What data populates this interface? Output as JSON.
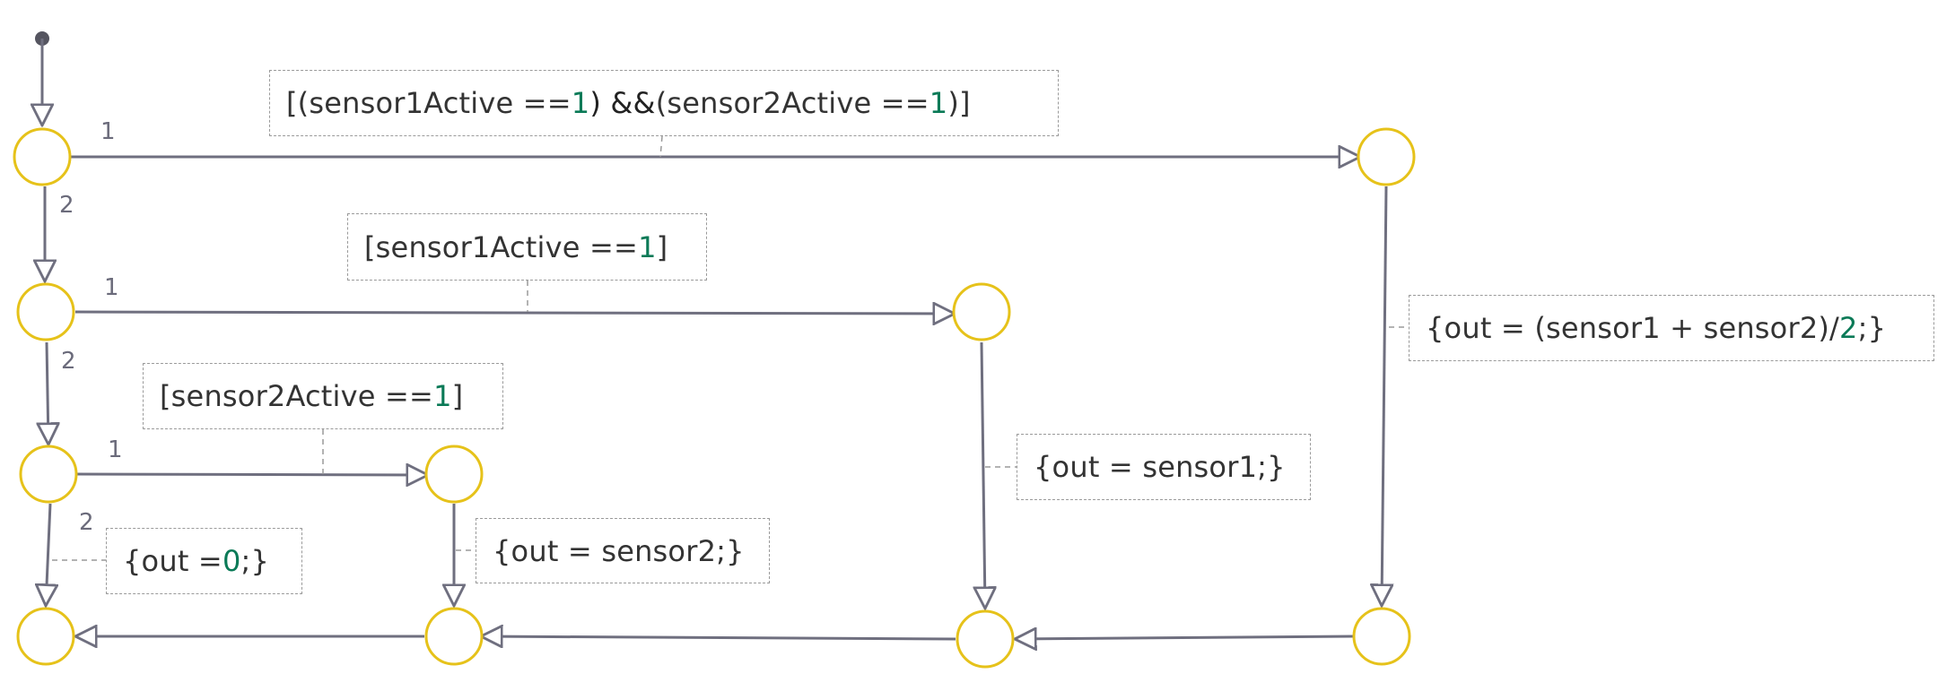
{
  "colors": {
    "junction_stroke": "#e6c21a",
    "transition_line": "#6f6f7f",
    "label_border": "#9a9a9a",
    "numeric_literal": "#0b7a57",
    "text": "#333333"
  },
  "transitions": {
    "t1": {
      "label_prefix": "[(sensor1Active == ",
      "label_num1": "1",
      "label_mid": ") && ",
      "label_mid2": "(sensor2Active == ",
      "label_num2": "1",
      "label_suffix": ")]",
      "order": "1"
    },
    "t2": {
      "order": "2"
    },
    "t3": {
      "label_prefix": "[sensor1Active == ",
      "label_num": "1",
      "label_suffix": "]",
      "order": "1"
    },
    "t4": {
      "order": "2"
    },
    "t5": {
      "label_prefix": "[sensor2Active == ",
      "label_num": "1",
      "label_suffix": "]",
      "order": "1"
    },
    "t6": {
      "order": "2"
    }
  },
  "actions": {
    "avg": {
      "prefix": "{out = (sensor1 + sensor2)/",
      "num": "2",
      "suffix": ";}"
    },
    "s1": {
      "text": "{out = sensor1;}"
    },
    "s2": {
      "text": "{out = sensor2;}"
    },
    "zero": {
      "prefix": "{out = ",
      "num": "0",
      "suffix": ";}"
    }
  }
}
